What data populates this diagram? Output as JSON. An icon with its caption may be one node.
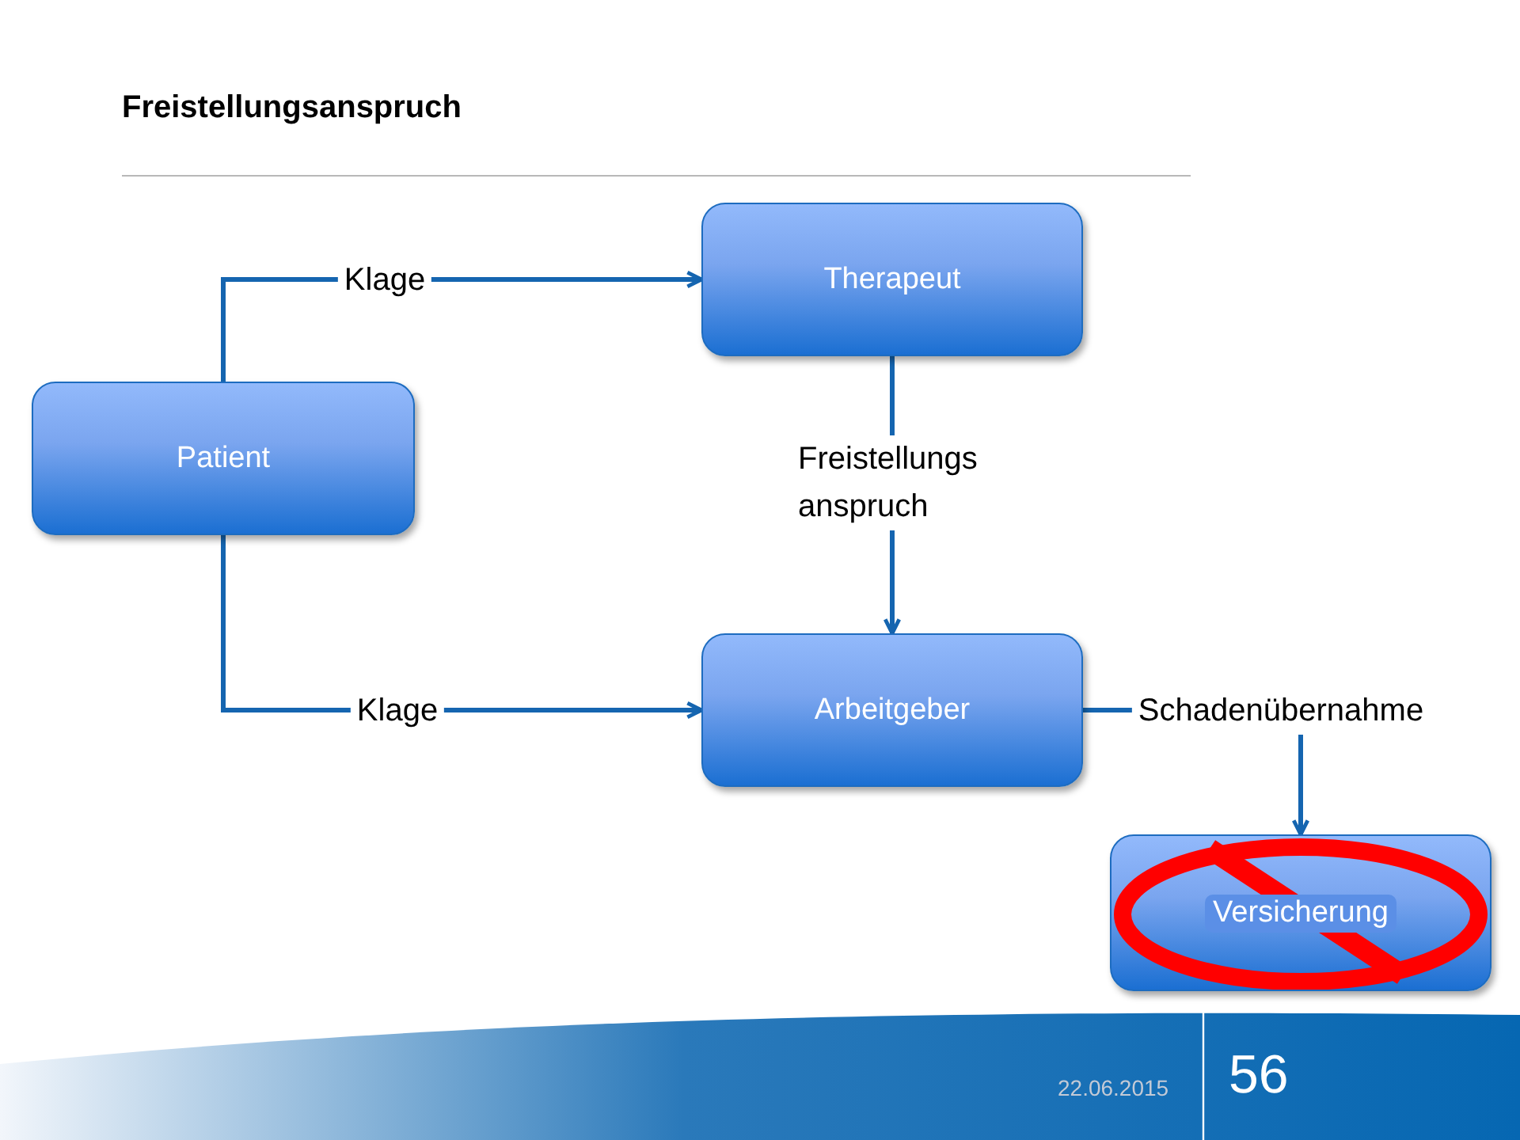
{
  "diagram": {
    "title": "Freistellungsanspruch",
    "nodes": [
      {
        "text": [
          "Patient"
        ]
      },
      {
        "text": [
          "Therapeut"
        ]
      },
      {
        "text": [
          "Arbeitgeber"
        ]
      },
      {
        "text": [
          "Versicherung"
        ]
      }
    ],
    "edges": [
      {
        "from": 0,
        "to": 1,
        "arrow": "to",
        "label": "Klage"
      },
      {
        "from": 0,
        "to": 2,
        "arrow": "to",
        "label": "Klage"
      },
      {
        "from": 1,
        "to": 2,
        "arrow": "to",
        "label": "Freistellungs anspruch"
      },
      {
        "from": 2,
        "to": 3,
        "arrow": "to",
        "label": "Schadenübernahme"
      }
    ],
    "labels": [
      "22.06.2015",
      "56"
    ]
  }
}
